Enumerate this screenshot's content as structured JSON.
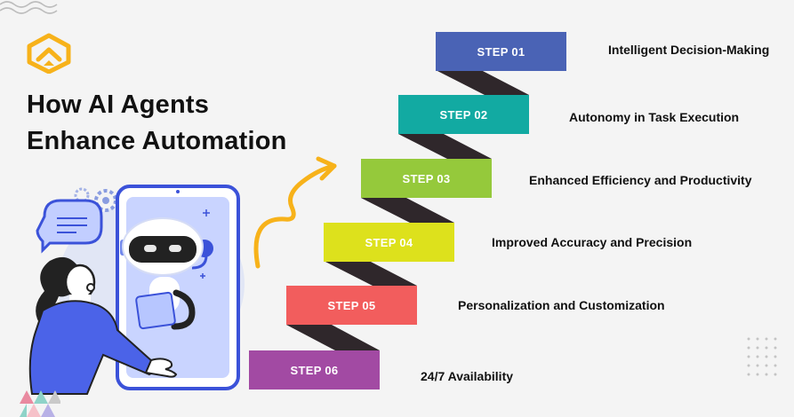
{
  "title": {
    "line1": "How AI Agents",
    "line2": "Enhance Automation"
  },
  "colors": {
    "background": "#f4f4f4",
    "accent": "#f7b21a",
    "person": "#4b63e8",
    "stair": "#2f272b",
    "phone_outline": "#3b52d9",
    "phone_screen": "#c9d4ff"
  },
  "steps": [
    {
      "label": "STEP 01",
      "description": "Intelligent Decision-Making",
      "color": "#4a63b5"
    },
    {
      "label": "STEP 02",
      "description": "Autonomy in Task Execution",
      "color": "#12aaa2"
    },
    {
      "label": "STEP 03",
      "description": "Enhanced Efficiency and Productivity",
      "color": "#95c93b"
    },
    {
      "label": "STEP 04",
      "description": "Improved Accuracy and Precision",
      "color": "#dde11c"
    },
    {
      "label": "STEP 05",
      "description": "Personalization and Customization",
      "color": "#f25d5d"
    },
    {
      "label": "STEP 06",
      "description": "24/7 Availability",
      "color": "#a24aa3"
    }
  ],
  "icons": {
    "logo": "logo-icon",
    "gears": "gear-icon",
    "chat": "chat-bubble-icon",
    "robot": "robot-icon",
    "arrow": "curved-arrow-icon"
  }
}
